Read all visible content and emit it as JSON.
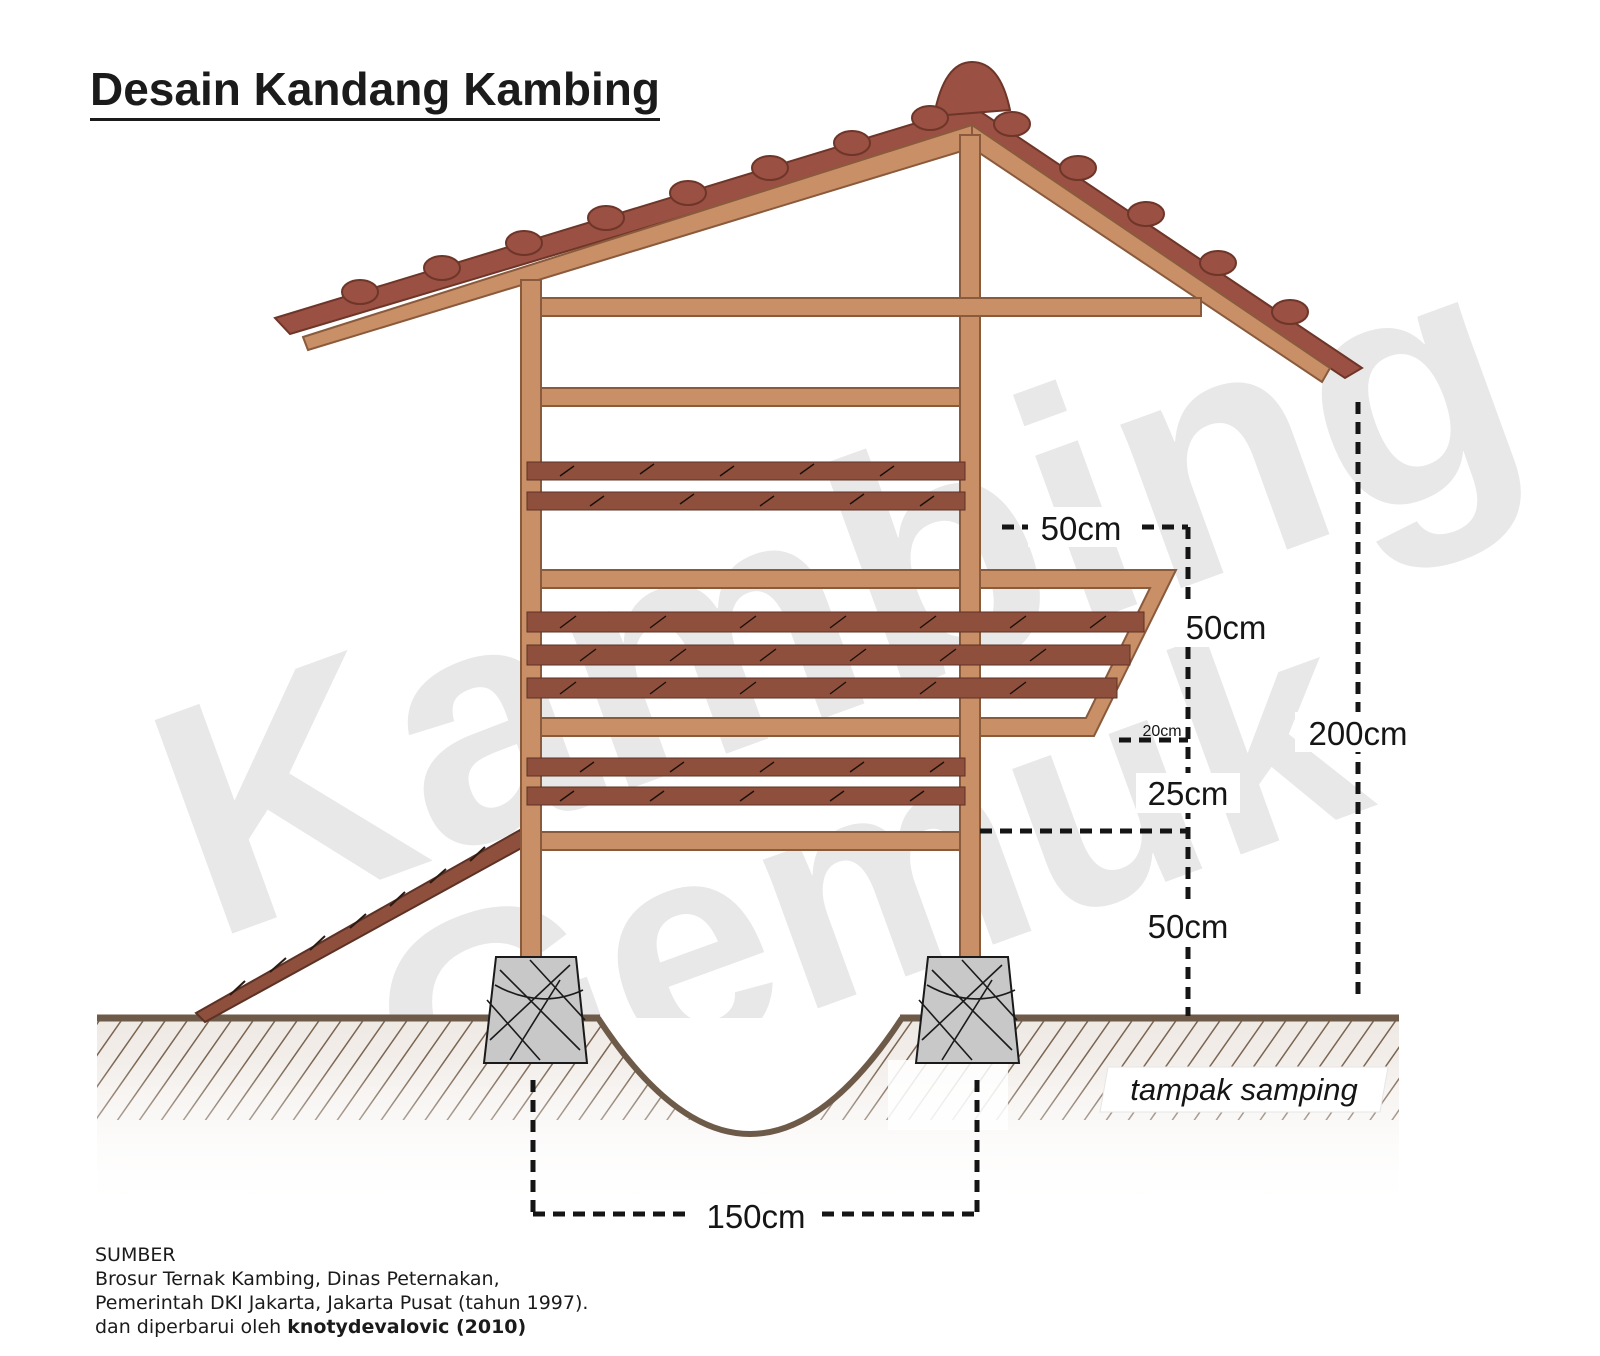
{
  "title": "Desain Kandang Kambing",
  "watermark": {
    "line1": "Kambing",
    "line2": "Gemuk"
  },
  "dimensions": {
    "top_to_trough": "50cm",
    "trough_depth": "50cm",
    "trough_bottom": "20cm",
    "floor_gap": "25cm",
    "floor_height": "50cm",
    "total_height": "200cm",
    "width": "150cm"
  },
  "view_label": "tampak samping",
  "source": {
    "heading": "SUMBER",
    "line1": "Brosur Ternak Kambing, Dinas Peternakan,",
    "line2": "Pemerintah DKI Jakarta, Jakarta Pusat (tahun 1997).",
    "line3_prefix": "dan diperbarui oleh ",
    "line3_author": "knotydevalovic (2010)"
  },
  "colors": {
    "wood": "#c98f67",
    "wood_edge": "#8a5a3c",
    "slat": "#8f4f3d",
    "roof": "#9a5143",
    "soil": "#7a6552",
    "stone": "#c8c8c8",
    "watermark": "#e9e9e9",
    "dash": "#151515"
  }
}
